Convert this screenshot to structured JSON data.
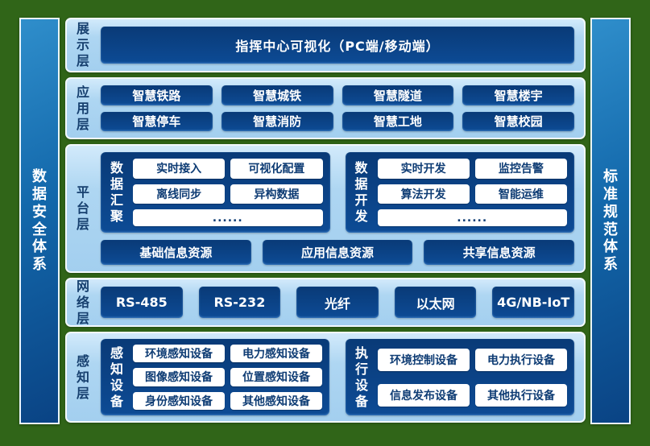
{
  "colors": {
    "background_green": "#306518",
    "layer_panel_blue": "#aed6f2",
    "navy_box": "#0d4b95",
    "sidebar_blue": "#1368ab",
    "layer_label_text": "#17406f",
    "white_box_text": "#0e3c74"
  },
  "sidebars": {
    "left": "数据安全体系",
    "right": "标准规范体系"
  },
  "layers": {
    "display": {
      "label": "展示层",
      "title": "指挥中心可视化（PC端/移动端）"
    },
    "application": {
      "label": "应用层",
      "items": [
        "智慧铁路",
        "智慧城铁",
        "智慧隧道",
        "智慧楼宇",
        "智慧停车",
        "智慧消防",
        "智慧工地",
        "智慧校园"
      ]
    },
    "platform": {
      "label": "平台层",
      "groups": [
        {
          "name": "数据汇聚",
          "items": [
            "实时接入",
            "可视化配置",
            "离线同步",
            "异构数据"
          ],
          "more": "......"
        },
        {
          "name": "数据开发",
          "items": [
            "实时开发",
            "监控告警",
            "算法开发",
            "智能运维"
          ],
          "more": "......"
        }
      ],
      "resources": [
        "基础信息资源",
        "应用信息资源",
        "共享信息资源"
      ]
    },
    "network": {
      "label": "网络层",
      "items": [
        "RS-485",
        "RS-232",
        "光纤",
        "以太网",
        "4G/NB-IoT"
      ]
    },
    "perception": {
      "label": "感知层",
      "groups": [
        {
          "name": "感知设备",
          "items": [
            "环境感知设备",
            "电力感知设备",
            "图像感知设备",
            "位置感知设备",
            "身份感知设备",
            "其他感知设备"
          ]
        },
        {
          "name": "执行设备",
          "items": [
            "环境控制设备",
            "电力执行设备",
            "信息发布设备",
            "其他执行设备"
          ]
        }
      ]
    }
  }
}
